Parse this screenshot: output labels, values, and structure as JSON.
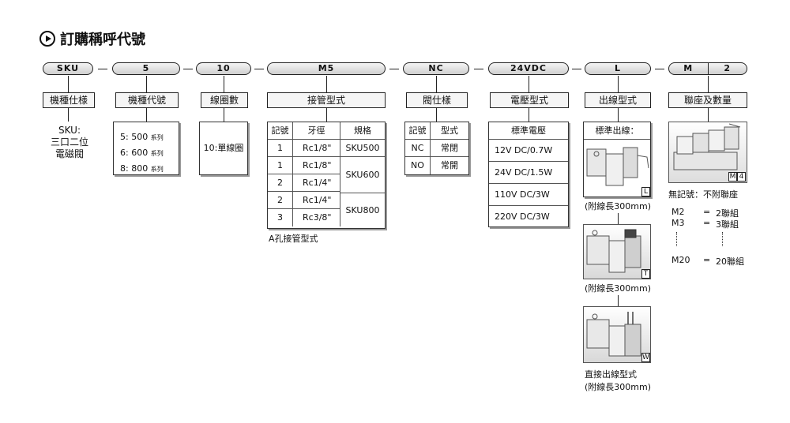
{
  "title": "訂購稱呼代號",
  "code_segments": [
    "SKU",
    "5",
    "10",
    "M5",
    "NC",
    "24VDC",
    "L",
    "M",
    "2"
  ],
  "headers": [
    "機種仕様",
    "機種代號",
    "線圈數",
    "接管型式",
    "閥仕樣",
    "電壓型式",
    "出線型式",
    "聯座及數量"
  ],
  "model_spec": [
    "SKU:",
    "三口二位",
    "電磁閥"
  ],
  "model_codes": [
    {
      "code": "5: 500",
      "series": "系列"
    },
    {
      "code": "6: 600",
      "series": "系列"
    },
    {
      "code": "8: 800",
      "series": "系列"
    }
  ],
  "coil": "10:單線圈",
  "port": {
    "headers": [
      "記號",
      "牙徑",
      "規格"
    ],
    "rows": [
      [
        "1",
        "Rc1/8\""
      ],
      [
        "1",
        "Rc1/8\""
      ],
      [
        "2",
        "Rc1/4\""
      ],
      [
        "2",
        "Rc1/4\""
      ],
      [
        "3",
        "Rc3/8\""
      ]
    ],
    "specs": [
      "SKU500",
      "SKU600",
      "SKU800"
    ],
    "note": "A孔接管型式"
  },
  "valve": {
    "headers": [
      "記號",
      "型式"
    ],
    "rows": [
      [
        "NC",
        "常閉"
      ],
      [
        "NO",
        "常開"
      ]
    ]
  },
  "voltage": {
    "header": "標準電壓",
    "rows": [
      "12V DC/0.7W",
      "24V DC/1.5W",
      "110V DC/3W",
      "220V DC/3W"
    ]
  },
  "outlet": {
    "header": "標準出線：",
    "items": [
      {
        "tag": "L",
        "caption": [
          "(附線長300mm)"
        ]
      },
      {
        "tag": "T",
        "caption": [
          "(附線長300mm)"
        ]
      },
      {
        "tag": "W",
        "caption": [
          "直接出線型式",
          "(附線長300mm)"
        ]
      }
    ]
  },
  "manifold": {
    "tag_m": "M",
    "tag_n": "4",
    "note": "無記號：不附聯座",
    "rows": [
      [
        "M2",
        "=",
        "2聯組"
      ],
      [
        "M3",
        "=",
        "3聯組"
      ],
      [
        "M20",
        "=",
        "20聯組"
      ]
    ]
  }
}
